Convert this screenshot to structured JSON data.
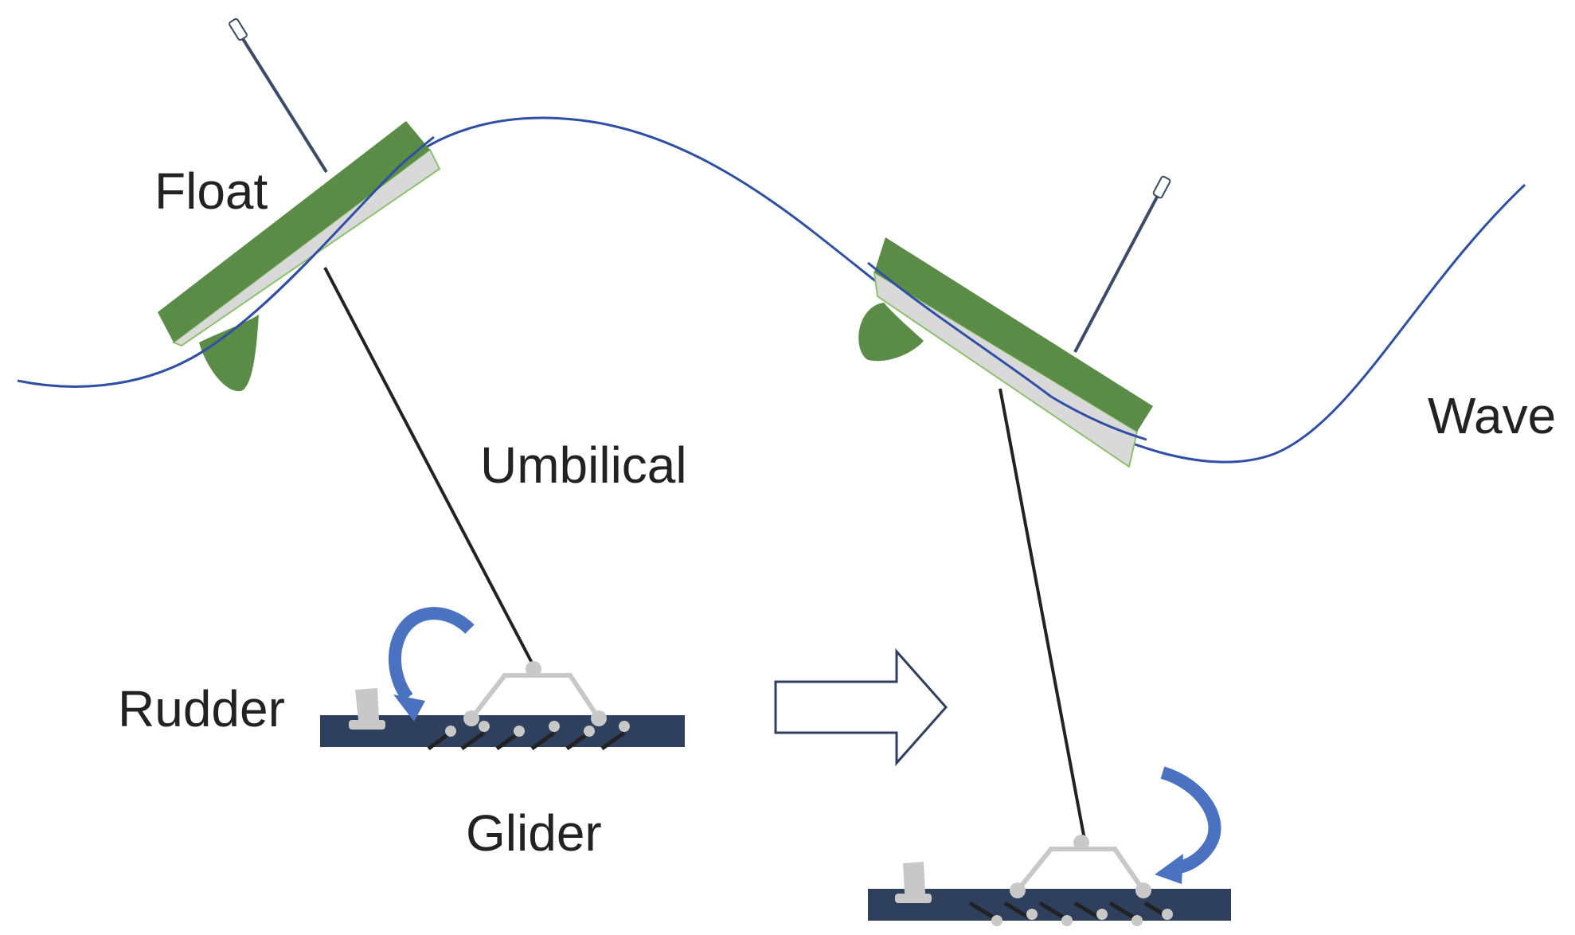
{
  "labels": {
    "float": "Float",
    "umbilical": "Umbilical",
    "rudder": "Rudder",
    "glider": "Glider",
    "wave": "Wave"
  },
  "colors": {
    "wave_line": "#2e4fa3",
    "float_green": "#5b8c47",
    "float_underside": "#d9d9d9",
    "float_edge": "#8cc06e",
    "antenna": "#3b4a66",
    "tether": "#222222",
    "glider_body": "#2f3f5e",
    "glider_parts": "#c8c8c8",
    "glider_fins": "#222222",
    "rotation_arrow": "#4a72c0",
    "transition_arrow_outline": "#2f3f5e",
    "label_text": "#222222"
  },
  "icons": {
    "rotation_arrow_left": "curved-arrow-clockwise-icon",
    "rotation_arrow_right": "curved-arrow-clockwise-icon",
    "transition_arrow": "right-arrow-outline-icon"
  }
}
